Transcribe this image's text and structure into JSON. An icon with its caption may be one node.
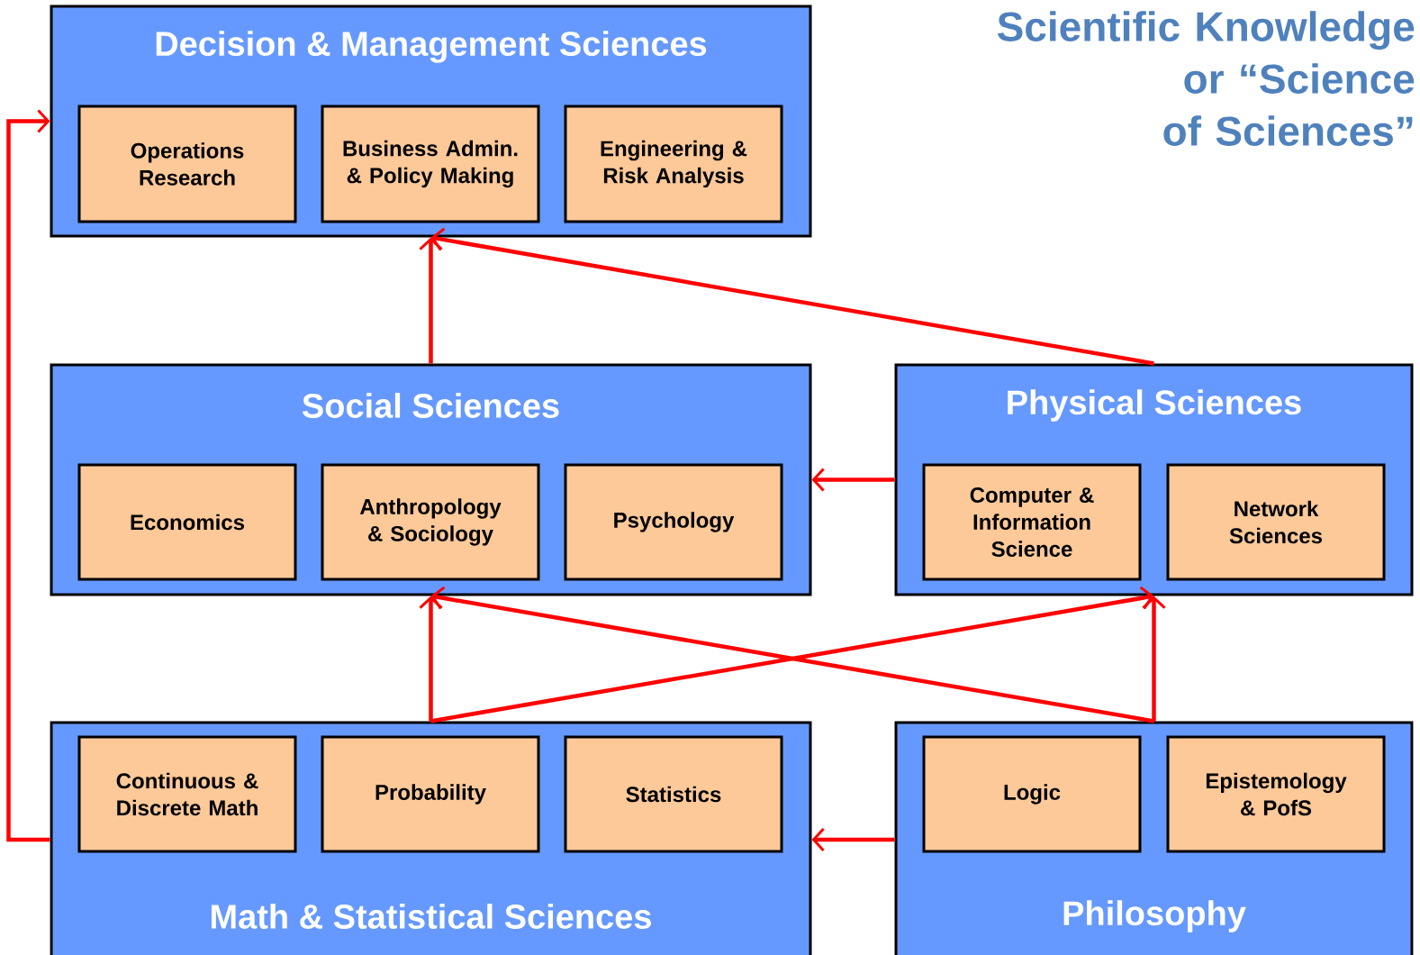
{
  "diagram": {
    "title": "Scientific Knowledge or “Science of Sciences”",
    "nodes": [
      {
        "text": [
          "Decision & Management Sciences"
        ]
      },
      {
        "text": [
          "Operations Research"
        ],
        "in": 0
      },
      {
        "text": [
          "Business Admin. & Policy Making"
        ],
        "in": 0
      },
      {
        "text": [
          "Engineering & Risk Analysis"
        ],
        "in": 0
      },
      {
        "text": [
          "Social Sciences"
        ]
      },
      {
        "text": [
          "Economics"
        ],
        "in": 4
      },
      {
        "text": [
          "Anthropology & Sociology"
        ],
        "in": 4
      },
      {
        "text": [
          "Psychology"
        ],
        "in": 4
      },
      {
        "text": [
          "Physical Sciences"
        ]
      },
      {
        "text": [
          "Computer & Information Science"
        ],
        "in": 8
      },
      {
        "text": [
          "Network Sciences"
        ],
        "in": 8
      },
      {
        "text": [
          "Math & Statistical Sciences"
        ]
      },
      {
        "text": [
          "Continuous & Discrete Math"
        ],
        "in": 11
      },
      {
        "text": [
          "Probability"
        ],
        "in": 11
      },
      {
        "text": [
          "Statistics"
        ],
        "in": 11
      },
      {
        "text": [
          "Philosophy"
        ]
      },
      {
        "text": [
          "Logic"
        ],
        "in": 15
      },
      {
        "text": [
          "Epistemology & PofS"
        ],
        "in": 15
      }
    ],
    "edges": [
      {
        "from": 4,
        "to": 0,
        "arrow": "to"
      },
      {
        "from": 8,
        "to": 0,
        "arrow": "to"
      },
      {
        "from": 8,
        "to": 4,
        "arrow": "to"
      },
      {
        "from": 11,
        "to": 4,
        "arrow": "to"
      },
      {
        "from": 11,
        "to": 8,
        "arrow": "to"
      },
      {
        "from": 15,
        "to": 4,
        "arrow": "to"
      },
      {
        "from": 15,
        "to": 8,
        "arrow": "to"
      },
      {
        "from": 15,
        "to": 11,
        "arrow": "to"
      },
      {
        "from": 11,
        "to": 0,
        "arrow": "to"
      }
    ]
  }
}
